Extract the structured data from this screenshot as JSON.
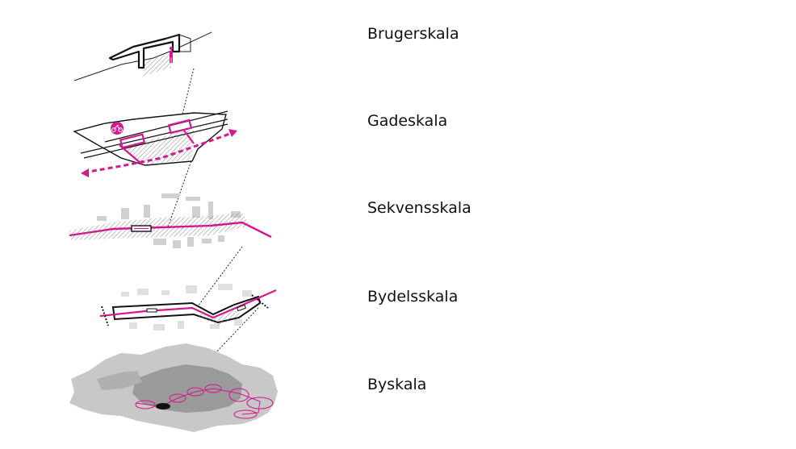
{
  "scales": [
    {
      "label": "Brugerskala"
    },
    {
      "label": "Gadeskala"
    },
    {
      "label": "Sekvensskala"
    },
    {
      "label": "Bydelsskala"
    },
    {
      "label": "Byskala"
    }
  ],
  "colors": {
    "accent": "#d4188f",
    "line": "#111111",
    "gray": "#c8c8c8",
    "dark_gray": "#9a9a9a",
    "background": "#ffffff"
  },
  "icons": [
    "pedestrian-icon",
    "bicycle-icon"
  ]
}
